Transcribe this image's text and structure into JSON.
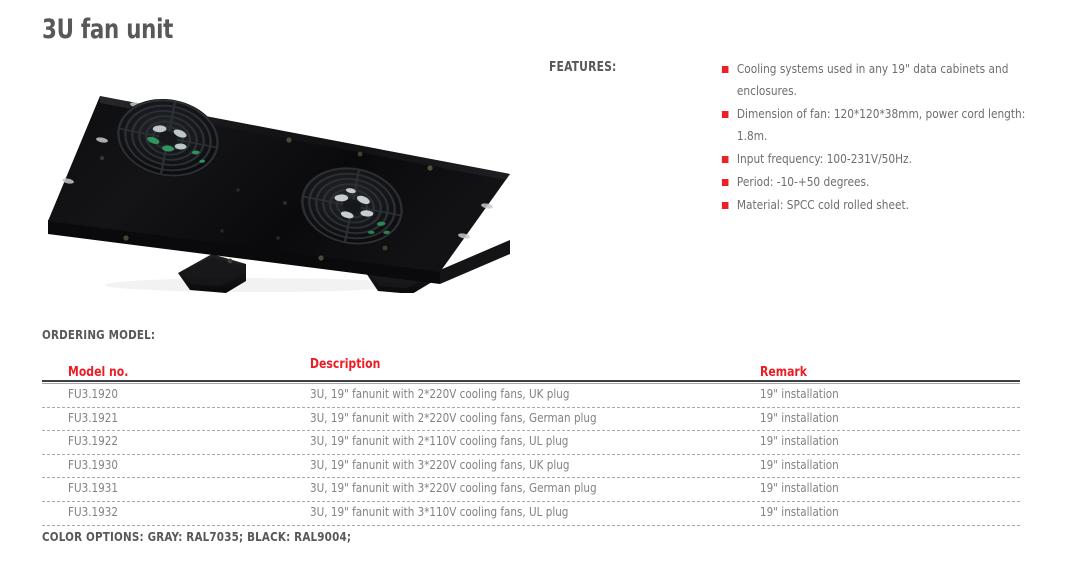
{
  "page": {
    "title": "3U fan unit"
  },
  "product_image": {
    "alt": "3U rack mount fan unit panel, black, with two circular fan grilles",
    "icon": "fan-unit-photo"
  },
  "features": {
    "label": "FEATURES:",
    "bullet_color": "#ea2227",
    "items": [
      "Cooling systems used in any 19\"  data cabinets and enclosures.",
      "Dimension of fan: 120*120*38mm, power cord length: 1.8m.",
      "Input frequency: 100-231V/50Hz.",
      "Period: -10-+50 degrees.",
      "Material: SPCC cold rolled sheet."
    ]
  },
  "ordering": {
    "label": "ORDERING MODEL:",
    "header_color": "#ed1c24",
    "columns": {
      "model": "Model no.",
      "description": "Description",
      "remark": "Remark"
    },
    "rows": [
      {
        "model": "FU3.1920",
        "description": "3U, 19\" fanunit with 2*220V cooling fans, UK plug",
        "remark": "19\" installation"
      },
      {
        "model": "FU3.1921",
        "description": "3U, 19\" fanunit with 2*220V cooling fans, German plug",
        "remark": "19\" installation"
      },
      {
        "model": "FU3.1922",
        "description": "3U, 19\" fanunit with 2*110V cooling fans, UL plug",
        "remark": "19\" installation"
      },
      {
        "model": "FU3.1930",
        "description": "3U, 19\" fanunit with 3*220V cooling fans, UK plug",
        "remark": "19\" installation"
      },
      {
        "model": "FU3.1931",
        "description": "3U, 19\" fanunit with 3*220V cooling fans, German plug",
        "remark": "19\" installation"
      },
      {
        "model": "FU3.1932",
        "description": "3U, 19\" fanunit with 3*110V cooling fans, UL plug",
        "remark": "19\" installation"
      }
    ]
  },
  "footer": {
    "color_options": "COLOR OPTIONS: GRAY: RAL7035; BLACK: RAL9004;"
  }
}
